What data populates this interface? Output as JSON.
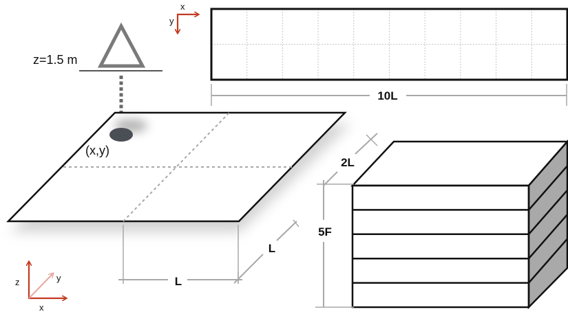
{
  "labels": {
    "sensor_height": "z=1.5 m",
    "point": "(x,y)",
    "room_width": "10L",
    "room_depth": "2L",
    "floors": "5F",
    "tile_side_front": "L",
    "tile_side_right": "L"
  },
  "axes": {
    "top": {
      "x": "x",
      "y": "y"
    },
    "bottom": {
      "x": "x",
      "y": "y",
      "z": "z"
    }
  },
  "colors": {
    "outline": "#111111",
    "dimension": "#a8a8a8",
    "sensor": "#7a7a7a",
    "marker": "#4a4e55",
    "axis_red": "#c23a20",
    "axis_pink": "#e8a8a0",
    "side_face": "#a9a9a9"
  },
  "grid": {
    "columns": 10,
    "rows": 2
  },
  "building": {
    "floors": 5
  },
  "icons": {
    "sensor": "triangle-sensor-icon",
    "point": "ellipse-marker-icon"
  }
}
